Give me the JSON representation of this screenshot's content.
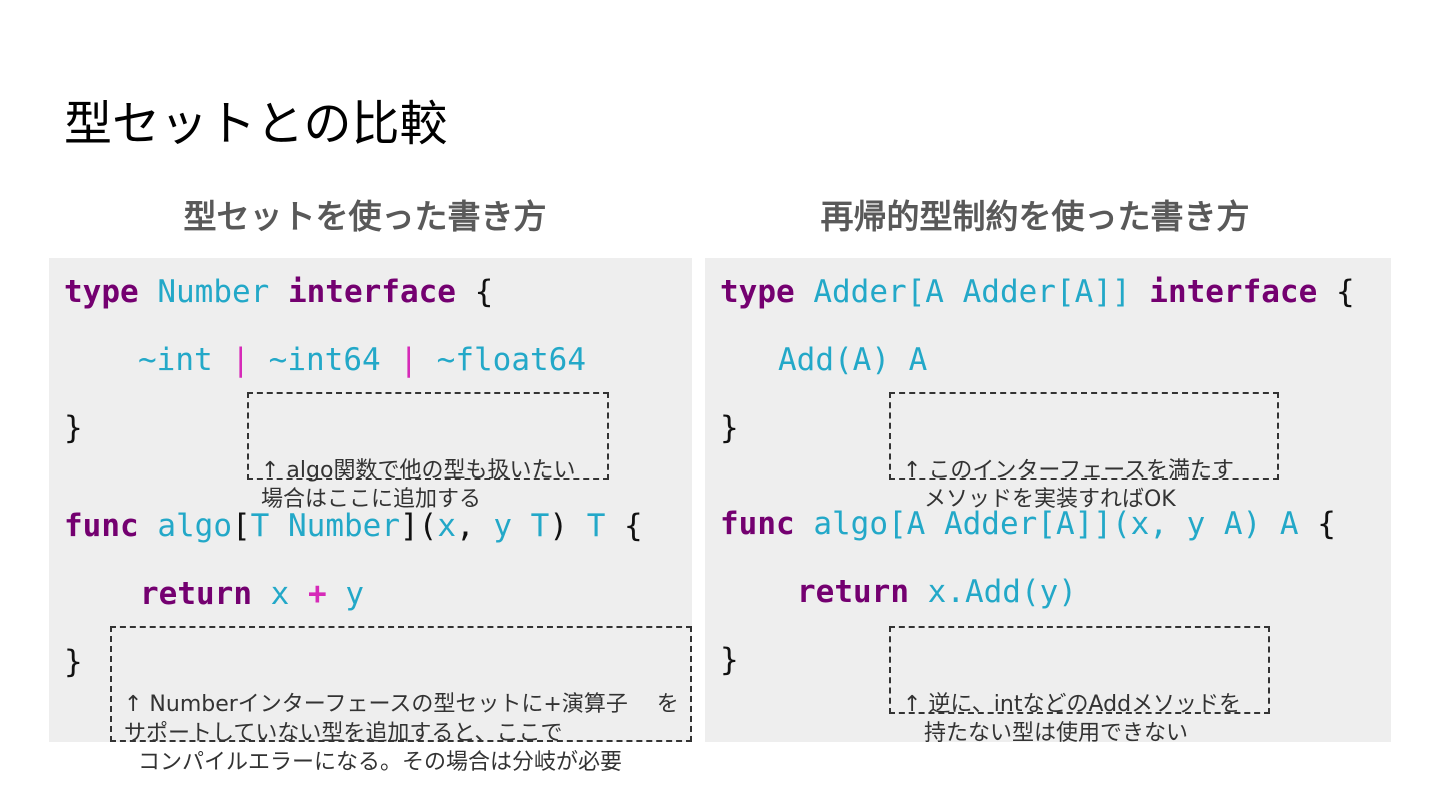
{
  "slide": {
    "title": "型セットとの比較",
    "left_heading": "型セットを使った書き方",
    "right_heading": "再帰的型制約を使った書き方"
  },
  "left_code": {
    "l1_kw": "type",
    "l1_name": "Number",
    "l1_kw2": "interface",
    "l1_brace": "{",
    "l2_a": "~int",
    "l2_pipe1": "|",
    "l2_b": "~int64",
    "l2_pipe2": "|",
    "l2_c": "~float64",
    "l3": "}",
    "l4_kw": "func",
    "l4_name": "algo",
    "l4_b1": "[",
    "l4_t": "T",
    "l4_num": "Number",
    "l4_b2": "](",
    "l4_x": "x",
    "l4_c": ",",
    "l4_y": "y",
    "l4_t2": "T",
    "l4_p": ")",
    "l4_t3": "T",
    "l4_brace": "{",
    "l5_kw": "return",
    "l5_x": "x",
    "l5_op": "+",
    "l5_y": "y",
    "l6": "}"
  },
  "right_code": {
    "l1_kw": "type",
    "l1_name": "Adder[A Adder[A]]",
    "l1_kw2": "interface",
    "l1_brace": "{",
    "l2": "Add(A) A",
    "l3": "}",
    "l4_kw": "func",
    "l4_sig": "algo[A Adder[A]](x, y A) A",
    "l4_brace": "{",
    "l5_kw": "return",
    "l5_expr": "x.Add(y)",
    "l6": "}"
  },
  "notes": {
    "left_top": [
      "↑ algo関数で他の型も扱いたい",
      "場合はここに追加する"
    ],
    "left_bottom": [
      "↑ Numberインターフェースの型セットに+演算子　 を",
      "サポートしていない型を追加すると、ここで",
      "  コンパイルエラーになる。その場合は分岐が必要"
    ],
    "right_top": [
      "↑ このインターフェースを満たす",
      "   メソッドを実装すればOK"
    ],
    "right_bottom": [
      "↑ 逆に、intなどのAddメソッドを",
      "   持たない型は使用できない"
    ]
  }
}
